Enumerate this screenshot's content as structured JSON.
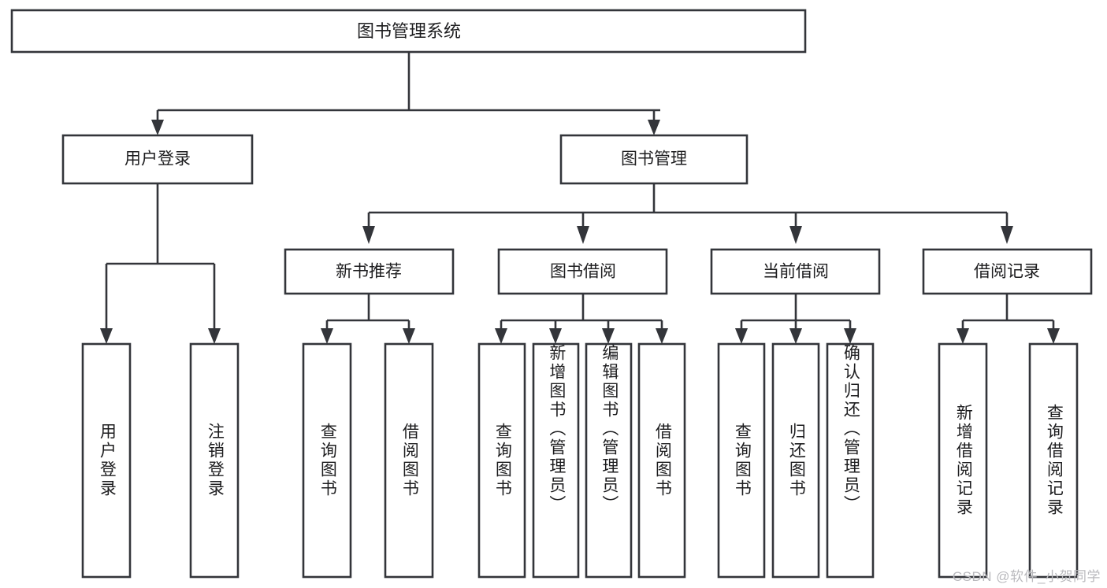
{
  "diagram": {
    "title": "图书管理系统",
    "type": "tree-hierarchy",
    "root": {
      "label": "图书管理系统"
    },
    "level2": [
      {
        "label": "用户登录"
      },
      {
        "label": "图书管理"
      }
    ],
    "level3": [
      {
        "label": "新书推荐"
      },
      {
        "label": "图书借阅"
      },
      {
        "label": "当前借阅"
      },
      {
        "label": "借阅记录"
      }
    ],
    "leaves": {
      "user_login": [
        {
          "label": "用户登录"
        },
        {
          "label": "注销登录"
        }
      ],
      "new_book_recommend": [
        {
          "label": "查询图书"
        },
        {
          "label": "借阅图书"
        }
      ],
      "book_borrow": [
        {
          "label": "查询图书"
        },
        {
          "label": "新增图书（管理员）"
        },
        {
          "label": "编辑图书（管理员）"
        },
        {
          "label": "借阅图书"
        }
      ],
      "current_borrow": [
        {
          "label": "查询图书"
        },
        {
          "label": "归还图书"
        },
        {
          "label": "确认归还（管理员）"
        }
      ],
      "borrow_record": [
        {
          "label": "新增借阅记录"
        },
        {
          "label": "查询借阅记录"
        }
      ]
    }
  },
  "watermark": {
    "text": "CSDN @软件_小贺同学"
  },
  "colors": {
    "stroke": "#33353a",
    "box_fill": "#ffffff",
    "text": "#1d1d1f",
    "watermark": "#b9b9bd",
    "background": "#ffffff"
  }
}
